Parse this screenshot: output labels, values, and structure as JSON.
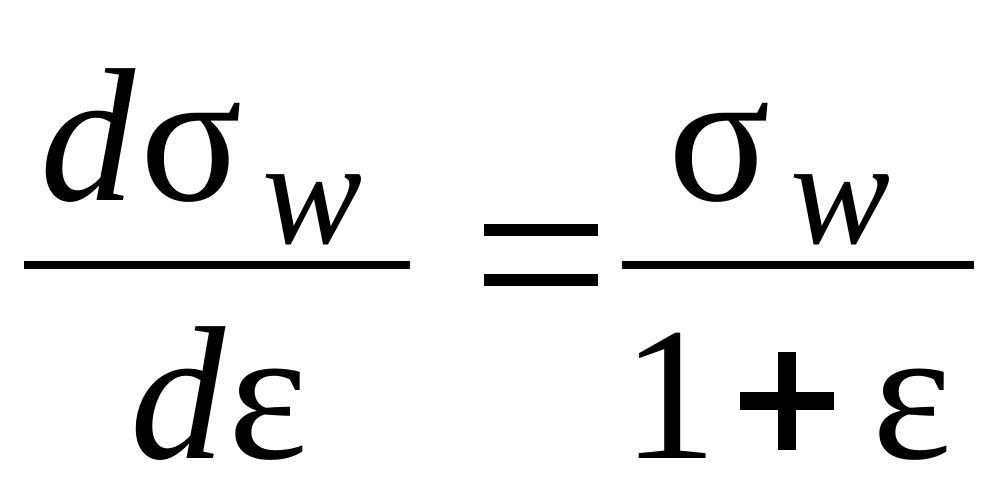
{
  "formula": {
    "left": {
      "numerator": {
        "d": "d",
        "sigma": "σ",
        "subscript": "w"
      },
      "denominator": {
        "d": "d",
        "epsilon": "ε"
      }
    },
    "equals": "=",
    "right": {
      "numerator": {
        "sigma": "σ",
        "subscript": "w"
      },
      "denominator": {
        "one": "1",
        "plus": "+",
        "epsilon": "ε"
      }
    }
  }
}
